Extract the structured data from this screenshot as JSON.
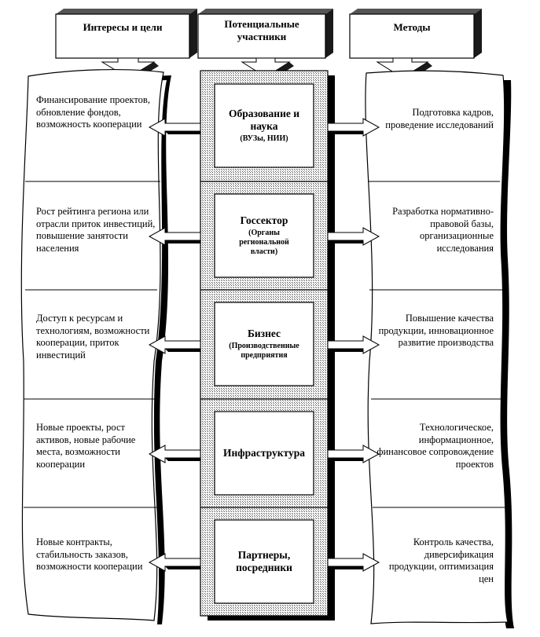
{
  "headers": {
    "interests": "Интересы и цели",
    "participants": "Потенциальные участники",
    "methods": "Методы"
  },
  "rows": [
    {
      "participant": "Образование и наука",
      "participant_sub": "(ВУЗы, НИИ)",
      "interests": "Финансирование проектов, обновление фондов, возможность кооперации",
      "methods": "Подготовка кадров, проведение исследований"
    },
    {
      "participant": "Госсектор",
      "participant_sub": "(Органы региональной власти)",
      "interests": "Рост рейтинга региона или отрасли приток инвестиций, повышение занятости населения",
      "methods": "Разработка нормативно-правовой базы, организационные исследования"
    },
    {
      "participant": "Бизнес",
      "participant_sub": "(Производственные предприятия",
      "interests": "Доступ к ресурсам и технологиям, возможности кооперации, приток инвестиций",
      "methods": "Повышение качества продукции, инновационное развитие производства"
    },
    {
      "participant": "Инфраструктура",
      "participant_sub": "",
      "interests": "Новые проекты, рост активов, новые рабочие места, возможности кооперации",
      "methods": "Технологическое, информационное, финансовое сопровождение проектов"
    },
    {
      "participant": "Партнеры, посредники",
      "participant_sub": "",
      "interests": "Новые контракты, стабильность заказов, возможности кооперации",
      "methods": "Контроль качества, диверсификация продукции, оптимизация цен"
    }
  ]
}
